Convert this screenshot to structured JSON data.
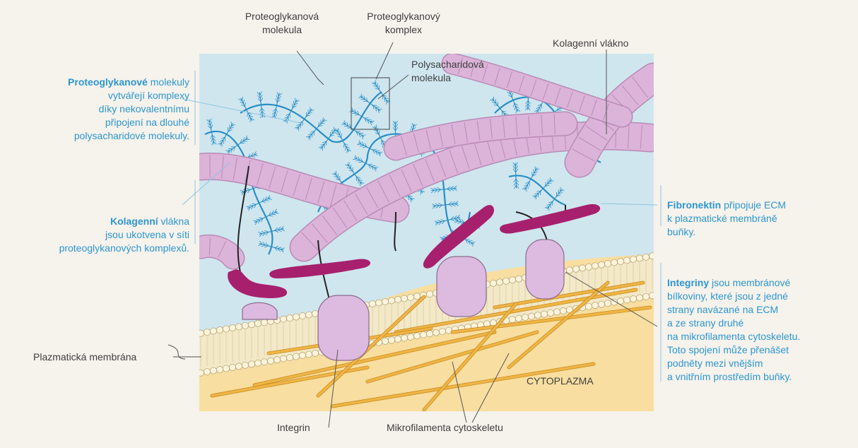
{
  "labels": {
    "proteoglycan_molecule": "Proteoglykanová\nmolekula",
    "proteoglycan_complex": "Proteoglykanový\nkomplex",
    "polysaccharide_molecule": "Polysacharidová\nmolekula",
    "collagen_fiber": "Kolagenní vlákno",
    "plasma_membrane": "Plazmatická membrána",
    "integrin": "Integrin",
    "microfilaments": "Mikrofilamenta cytoskeletu",
    "cytoplasm": "CYTOPLAZMA"
  },
  "notes": {
    "proteoglycans": {
      "bold": "Proteoglykanové",
      "rest": " molekuly\nvytvářejí komplexy\ndíky nekovalentnímu\npřipojení na dlouhé\npolysacharidové molekuly."
    },
    "collagen": {
      "bold": "Kolagenní",
      "rest": " vlákna\njsou ukotvena v síti\nproteoglykanových komplexů."
    },
    "fibronectin": {
      "bold": "Fibronektin",
      "rest": " připojuje ECM\nk plazmatické membráně\nbuňky."
    },
    "integrins": {
      "bold": "Integriny",
      "rest": " jsou membránové\nbílkoviny, které jsou z jedné\nstrany navázané na ECM\na ze strany druhé\nna mikrofilamenta cytoskeletu.\nToto spojení může přenášet\npodněty mezi vnějším\na vnitřním prostředím buňky."
    }
  },
  "colors": {
    "page_bg": "#f6f2ec",
    "ecm_bg": "#cfe6ef",
    "cytoplasm": "#f8dea0",
    "membrane_head": "#fbf3da",
    "collagen": "#dcb3d9",
    "collagen_stripe": "#b98ab6",
    "fibronectin": "#a7206d",
    "integrin": "#ddbadf",
    "microfilament": "#efb545",
    "proteoglycan": "#2a8ec4",
    "note_text": "#2c97cf",
    "label_text": "#3f3f3f"
  }
}
